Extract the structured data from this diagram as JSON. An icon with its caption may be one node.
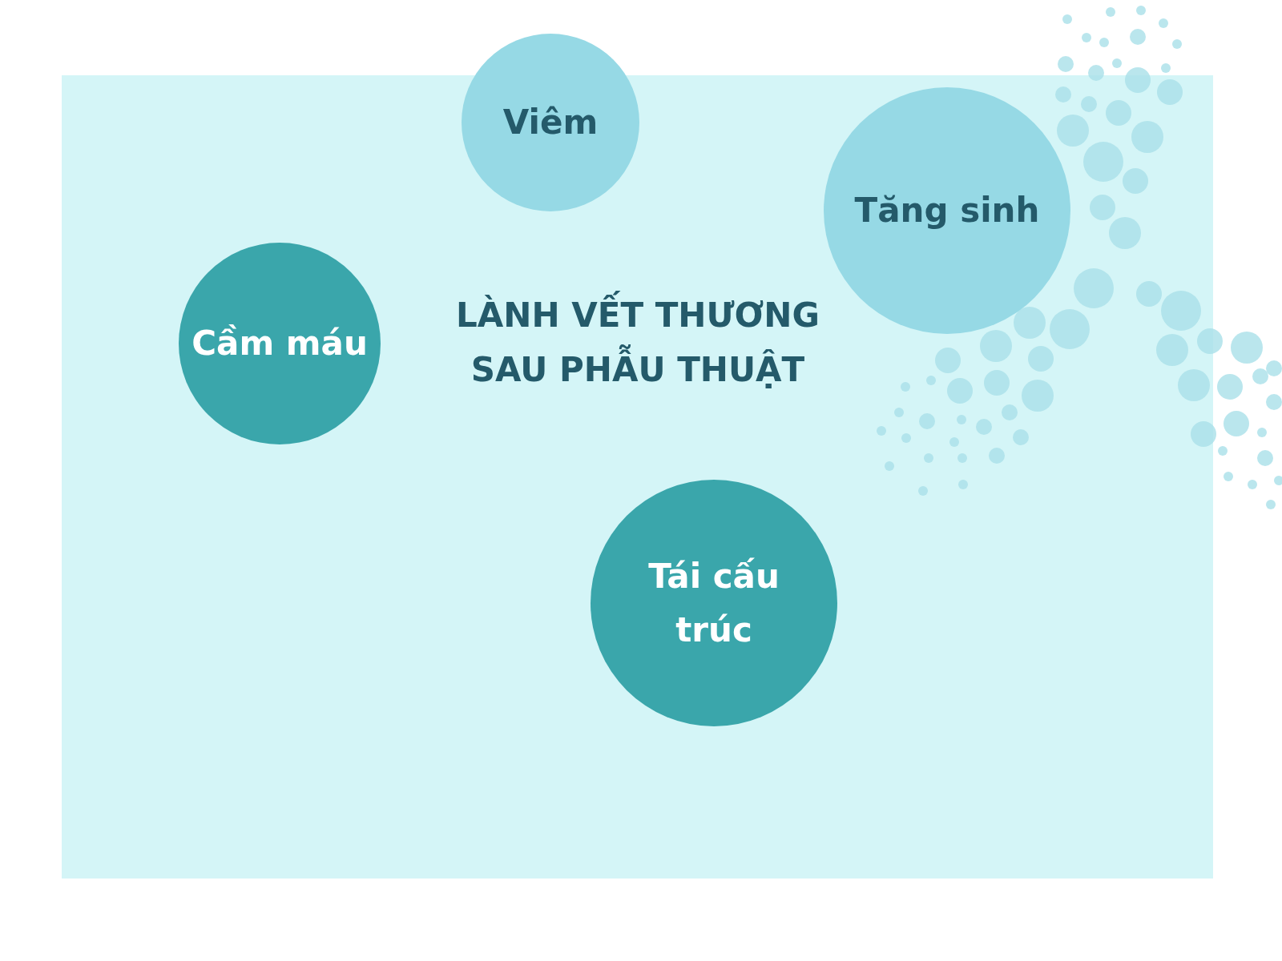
{
  "diagram": {
    "title": "LÀNH VẾT THƯƠNG SAU PHẪU THUẬT",
    "nodes": [
      {
        "text": [
          "Viêm"
        ]
      },
      {
        "text": [
          "Tăng sinh"
        ]
      },
      {
        "text": [
          "Cầm máu"
        ]
      },
      {
        "text": [
          "Tái cấu trúc"
        ]
      }
    ]
  }
}
